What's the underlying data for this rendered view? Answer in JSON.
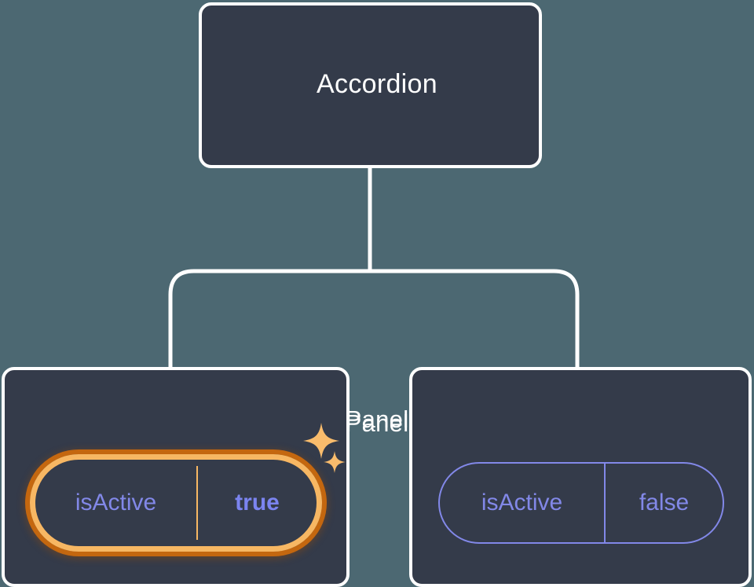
{
  "diagram": {
    "type": "component-tree",
    "background_color": "#4C6872",
    "node_fill_color": "#343B4A",
    "node_border_color": "#FFFFFF",
    "connector_color": "#FFFFFF",
    "highlight_color": "#F7B763",
    "highlight_glow_color": "#C4670F",
    "prop_text_color": "#8288E8",
    "active_value_color": "#7B84F0"
  },
  "root": {
    "label": "Accordion"
  },
  "children": [
    {
      "label": "Panel",
      "prop": {
        "key": "isActive",
        "value": "true",
        "highlighted": true,
        "emphasis": "bold"
      },
      "sparkles": [
        {
          "name": "sparkle-large"
        },
        {
          "name": "sparkle-small"
        }
      ]
    },
    {
      "label": "Panel",
      "prop": {
        "key": "isActive",
        "value": "false",
        "highlighted": false,
        "emphasis": "normal"
      }
    }
  ]
}
